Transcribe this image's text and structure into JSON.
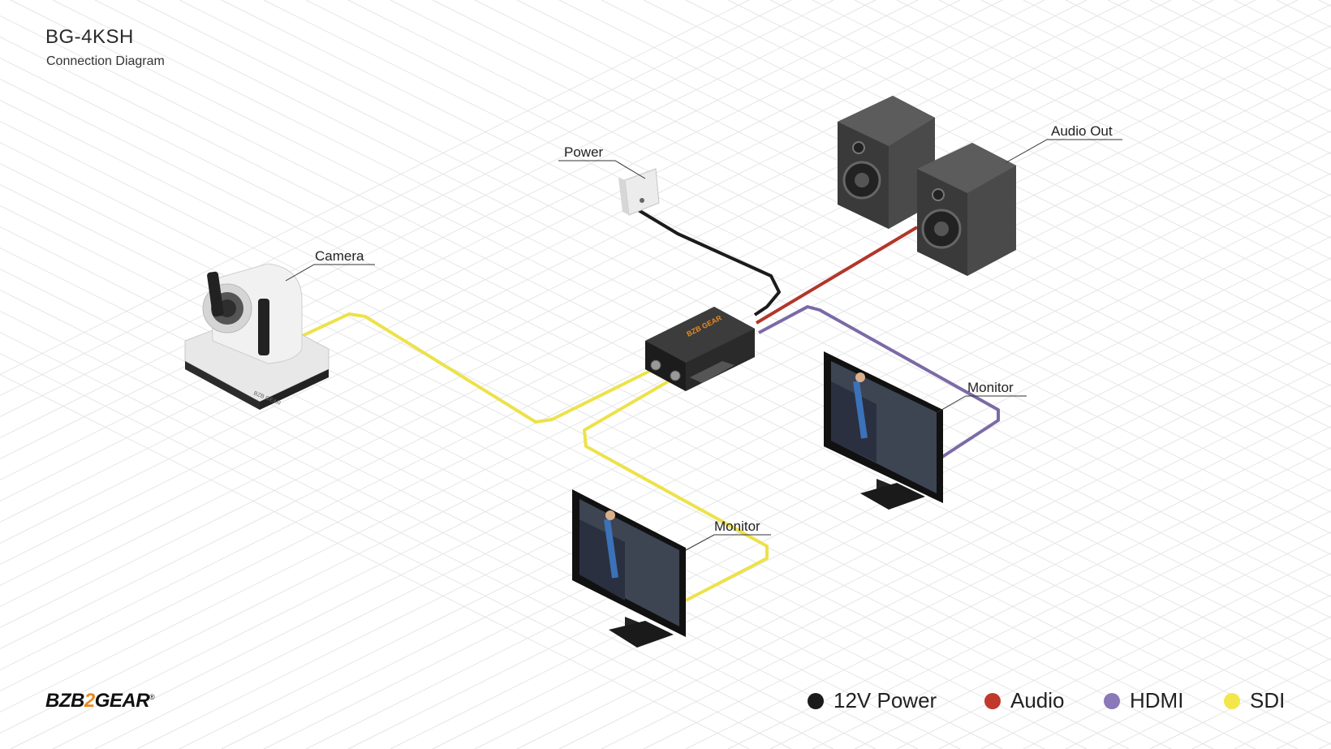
{
  "header": {
    "title": "BG-4KSH",
    "subtitle": "Connection Diagram"
  },
  "labels": {
    "power": "Power",
    "audio_out": "Audio Out",
    "camera": "Camera",
    "monitor_right": "Monitor",
    "monitor_bottom": "Monitor"
  },
  "device": {
    "brand_mark": "BZB GEAR"
  },
  "brand": {
    "left": "BZB",
    "mid": "2",
    "right": "GEAR",
    "mark": "®"
  },
  "legend": [
    {
      "label": "12V Power",
      "color": "#1b1b1b"
    },
    {
      "label": "Audio",
      "color": "#c0392b"
    },
    {
      "label": "HDMI",
      "color": "#8a78b8"
    },
    {
      "label": "SDI",
      "color": "#f2e64a"
    }
  ],
  "colors": {
    "power_cable": "#1b1b1b",
    "audio_cable": "#b2362a",
    "hdmi_cable": "#7b6aa6",
    "sdi_cable": "#ece24a",
    "grid": "#e4e4e4"
  }
}
